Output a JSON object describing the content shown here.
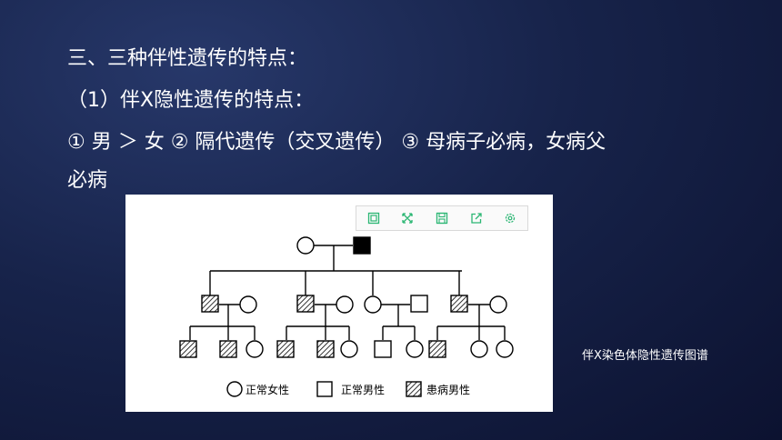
{
  "slide": {
    "heading": "三、三种伴性遗传的特点：",
    "subheading": "（1）伴X隐性遗传的特点：",
    "point_line1": "① 男 ＞ 女   ② 隔代遗传（交叉遗传）  ③ 母病子必病，女病父",
    "point_line2": "必病"
  },
  "pedigree": {
    "legend": {
      "normal_female": "正常女性",
      "normal_male": "正常男性",
      "affected_male": "患病男性"
    },
    "toolbar_icons": [
      "expand-icon",
      "fullscreen-icon",
      "save-icon",
      "share-icon",
      "settings-icon"
    ],
    "accent_color": "#2bb673"
  },
  "caption": "伴X染色体隐性遗传图谱"
}
